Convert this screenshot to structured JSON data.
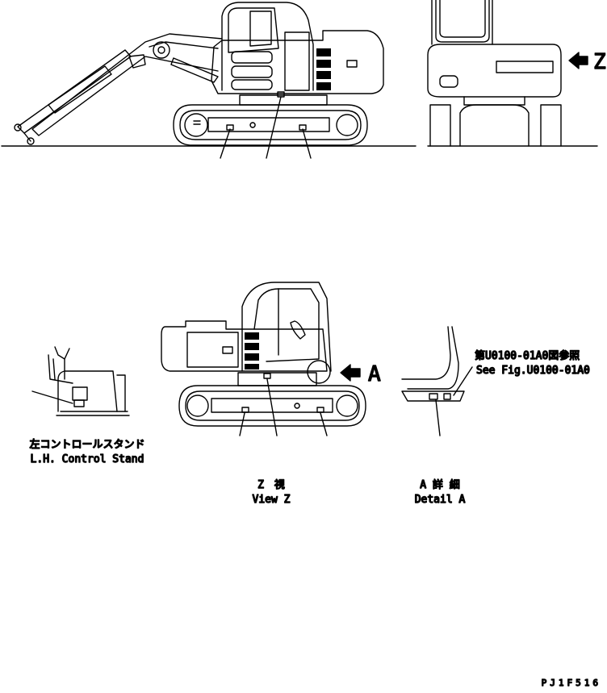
{
  "labels": {
    "view_z_marker": "Z",
    "detail_a_marker": "A",
    "lh_stand_jp": "左コントロールスタンド",
    "lh_stand_en": "L.H. Control Stand",
    "view_z_jp": "Z　視",
    "view_z_en": "View Z",
    "detail_a_jp": "A 詳 細",
    "detail_a_en": "Detail A",
    "ref_jp": "第U0100-01A0図参照",
    "ref_en": "See Fig.U0100-01A0",
    "drawing_code": "PJ1F516"
  },
  "colors": {
    "line": "#000000",
    "background": "#ffffff"
  }
}
